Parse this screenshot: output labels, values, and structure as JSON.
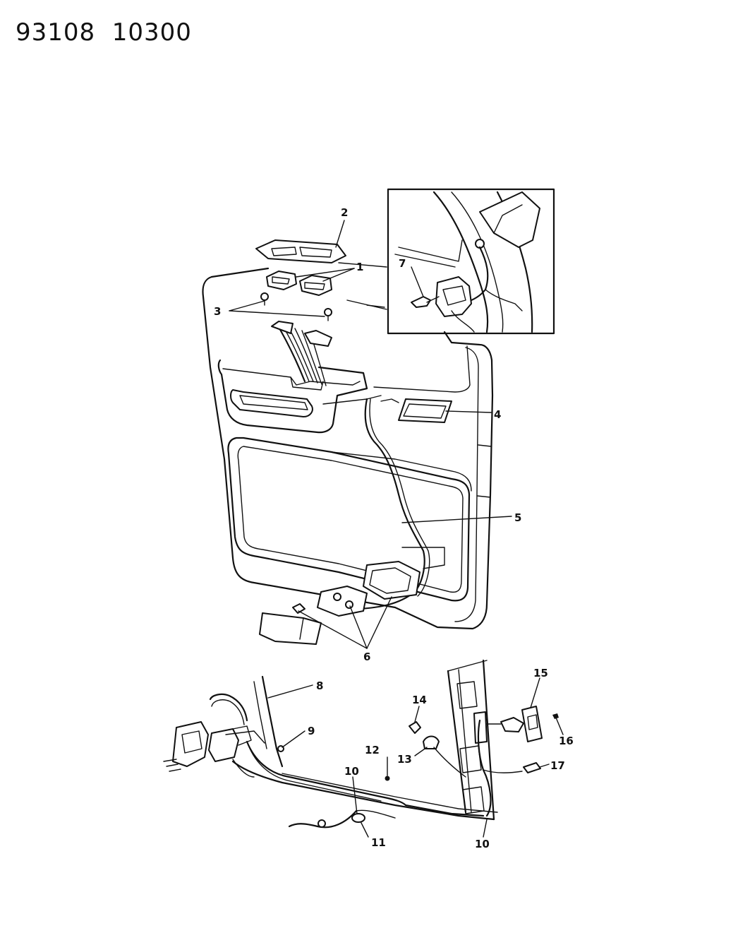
{
  "header": {
    "code": "93108  10300"
  },
  "callouts": {
    "c1": "1",
    "c2": "2",
    "c3": "3",
    "c4": "4",
    "c5": "5",
    "c6": "6",
    "c7": "7",
    "c8": "8",
    "c9": "9",
    "c10a": "10",
    "c10b": "10",
    "c11": "11",
    "c12": "12",
    "c13": "13",
    "c14": "14",
    "c15": "15",
    "c16": "16",
    "c17": "17"
  }
}
